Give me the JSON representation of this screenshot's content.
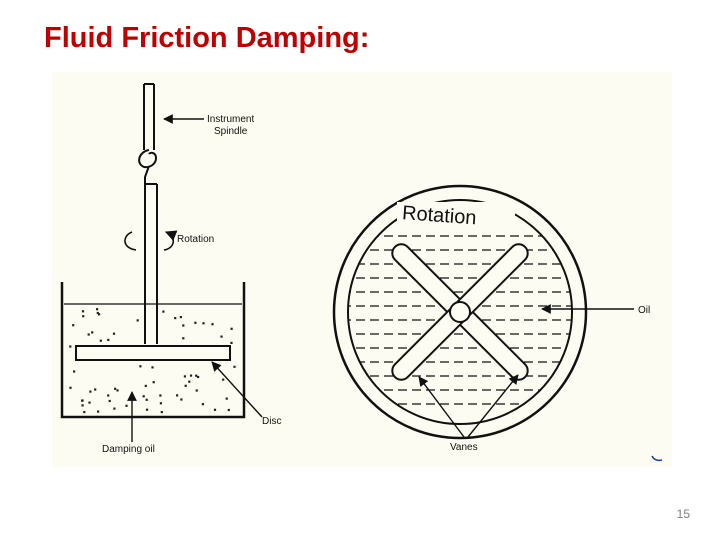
{
  "slide": {
    "title": "Fluid Friction Damping:",
    "page_number": "15"
  },
  "diagram": {
    "labels": {
      "instrument_line1": "Instrument",
      "instrument_line2": "Spindle",
      "rotation_left": "Rotation",
      "disc": "Disc",
      "damping_oil": "Damping oil",
      "rotation_top": "Rotation",
      "oil": "Oil",
      "vanes": "Vanes"
    },
    "colors": {
      "title": "#c00000",
      "lines": "#111111",
      "paper": "#fdfcf3"
    }
  }
}
